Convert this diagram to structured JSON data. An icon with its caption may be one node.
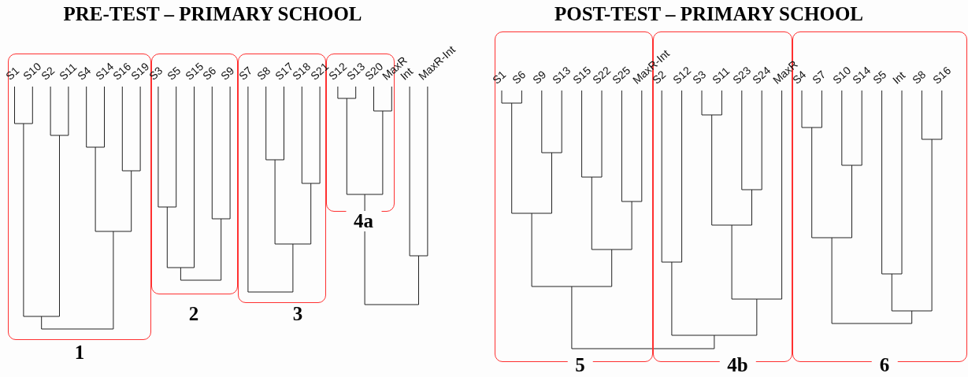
{
  "diagram": {
    "nodes": [
      {
        "text": [
          "1"
        ]
      },
      {
        "text": [
          "2"
        ]
      },
      {
        "text": [
          "3"
        ]
      },
      {
        "text": [
          "4a"
        ]
      },
      {
        "text": [
          "5"
        ]
      },
      {
        "text": [
          "4b"
        ]
      },
      {
        "text": [
          "6"
        ]
      }
    ],
    "labels": [
      "PRE-TEST – PRIMARY SCHOOL",
      "POST-TEST – PRIMARY SCHOOL",
      "S1",
      "S10",
      "S2",
      "S11",
      "S4",
      "S14",
      "S16",
      "S19",
      "S3",
      "S5",
      "S15",
      "S6",
      "S9",
      "S7",
      "S8",
      "S17",
      "S18",
      "S21",
      "S12",
      "S13",
      "S20",
      "MaxR",
      "Int",
      "MaxR-Int",
      "S1",
      "S6",
      "S9",
      "S13",
      "S15",
      "S22",
      "S25",
      "MaxR-Int",
      "S2",
      "S12",
      "S3",
      "S11",
      "S23",
      "S24",
      "MaxR",
      "S4",
      "S7",
      "S10",
      "S14",
      "S5",
      "Int",
      "S8",
      "S16"
    ]
  }
}
